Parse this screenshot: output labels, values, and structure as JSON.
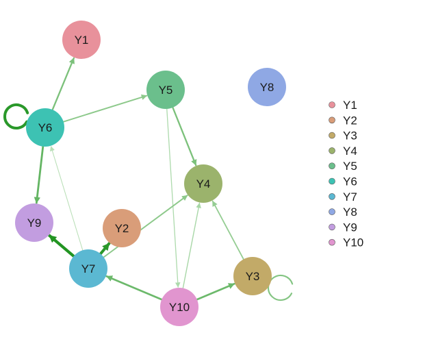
{
  "nodes": [
    {
      "id": "Y1",
      "label": "Y1",
      "color": "#E8919B"
    },
    {
      "id": "Y2",
      "label": "Y2",
      "color": "#D99D79"
    },
    {
      "id": "Y3",
      "label": "Y3",
      "color": "#C2AA68"
    },
    {
      "id": "Y4",
      "label": "Y4",
      "color": "#9BB36C"
    },
    {
      "id": "Y5",
      "label": "Y5",
      "color": "#6BBF8C"
    },
    {
      "id": "Y6",
      "label": "Y6",
      "color": "#3DC2B3"
    },
    {
      "id": "Y7",
      "label": "Y7",
      "color": "#5BB8D2"
    },
    {
      "id": "Y8",
      "label": "Y8",
      "color": "#8FA8E4"
    },
    {
      "id": "Y9",
      "label": "Y9",
      "color": "#C29DE0"
    },
    {
      "id": "Y10",
      "label": "Y10",
      "color": "#E195CF"
    }
  ],
  "edges": [
    {
      "from": "Y6",
      "to": "Y6",
      "strength": 0.95
    },
    {
      "from": "Y6",
      "to": "Y1",
      "strength": 0.45
    },
    {
      "from": "Y6",
      "to": "Y5",
      "strength": 0.35
    },
    {
      "from": "Y6",
      "to": "Y9",
      "strength": 0.6
    },
    {
      "from": "Y7",
      "to": "Y6",
      "strength": 0.08
    },
    {
      "from": "Y5",
      "to": "Y4",
      "strength": 0.45
    },
    {
      "from": "Y5",
      "to": "Y10",
      "strength": 0.15
    },
    {
      "from": "Y7",
      "to": "Y9",
      "strength": 1.0
    },
    {
      "from": "Y7",
      "to": "Y2",
      "strength": 0.95
    },
    {
      "from": "Y7",
      "to": "Y4",
      "strength": 0.35
    },
    {
      "from": "Y10",
      "to": "Y7",
      "strength": 0.55
    },
    {
      "from": "Y10",
      "to": "Y3",
      "strength": 0.55
    },
    {
      "from": "Y10",
      "to": "Y4",
      "strength": 0.18
    },
    {
      "from": "Y3",
      "to": "Y4",
      "strength": 0.3
    },
    {
      "from": "Y3",
      "to": "Y3",
      "strength": 0.4
    }
  ],
  "legend": [
    "Y1",
    "Y2",
    "Y3",
    "Y4",
    "Y5",
    "Y6",
    "Y7",
    "Y8",
    "Y9",
    "Y10"
  ]
}
